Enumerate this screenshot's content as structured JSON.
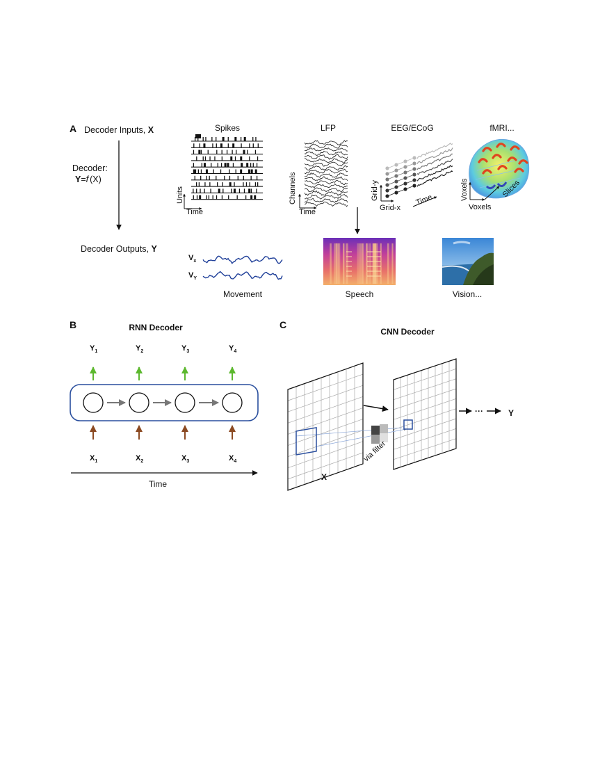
{
  "panelA": {
    "letter": "A",
    "inputs_label": "Decoder Inputs, ",
    "inputs_var": "X",
    "decoder_label": "Decoder:",
    "formula_y": "Y",
    "formula_eq": "=",
    "formula_f": "f",
    "formula_x": "(X)",
    "outputs_label": "Decoder Outputs, ",
    "outputs_var": "Y",
    "spikes": {
      "title": "Spikes",
      "y_axis": "Units",
      "x_axis": "Time"
    },
    "lfp": {
      "title": "LFP",
      "y_axis": "Channels",
      "x_axis": "Time"
    },
    "eeg": {
      "title": "EEG/ECoG",
      "y_axis": "Grid-y",
      "x_axis": "Grid-x",
      "t_axis": "Time"
    },
    "fmri": {
      "title": "fMRI...",
      "y_axis": "Voxels",
      "x_axis": "Voxels",
      "z_axis": "Slices"
    },
    "movement": {
      "label": "Movement",
      "vx": "V",
      "vx_sub": "x",
      "vy": "V",
      "vy_sub": "Y"
    },
    "speech": {
      "label": "Speech"
    },
    "vision": {
      "label": "Vision..."
    },
    "colors": {
      "trace": "#1f3f99",
      "arrow": "#111111"
    }
  },
  "panelB": {
    "letter": "B",
    "title": "RNN Decoder",
    "outputs": [
      {
        "main": "Y",
        "sub": "1"
      },
      {
        "main": "Y",
        "sub": "2"
      },
      {
        "main": "Y",
        "sub": "3"
      },
      {
        "main": "Y",
        "sub": "4"
      }
    ],
    "inputs": [
      {
        "main": "X",
        "sub": "1"
      },
      {
        "main": "X",
        "sub": "2"
      },
      {
        "main": "X",
        "sub": "3"
      },
      {
        "main": "X",
        "sub": "4"
      }
    ],
    "time_label": "Time",
    "colors": {
      "up_arrow": "#5cb82e",
      "in_arrow": "#8b4a22",
      "box": "#2a4f9e",
      "link": "#777777"
    }
  },
  "panelC": {
    "letter": "C",
    "title": "CNN Decoder",
    "input_label": "X",
    "filter_label": "via filter",
    "ellipsis": "···",
    "output_label": "Y",
    "colors": {
      "grid": "#aaaaaa",
      "frame": "#111111",
      "highlight": "#2a4f9e"
    }
  }
}
